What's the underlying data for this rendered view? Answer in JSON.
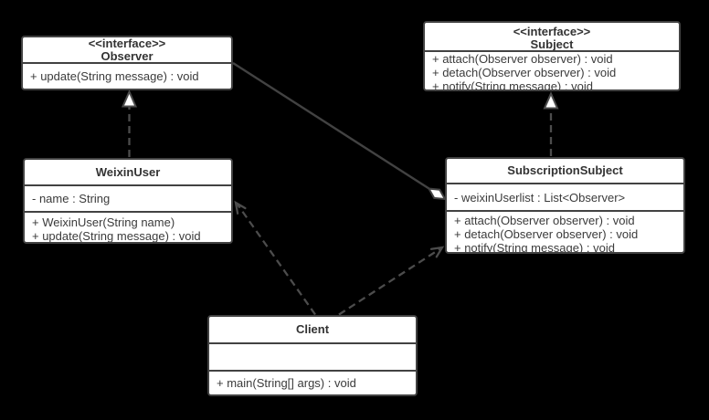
{
  "uml": {
    "colors": {
      "background": "#000000",
      "box_fill": "#ffffff",
      "border": "#424242",
      "line": "#4c4c4c",
      "text": "#3b3b3b"
    },
    "classes": [
      {
        "name": "Observer",
        "stereotype": "<<interface>>",
        "attributes": [],
        "methods": [
          "+ update(String message) : void"
        ]
      },
      {
        "name": "Subject",
        "stereotype": "<<interface>>",
        "attributes": [],
        "methods": [
          "+ attach(Observer observer) : void",
          "+ detach(Observer observer) : void",
          "+ notify(String message) : void"
        ]
      },
      {
        "name": "WeixinUser",
        "stereotype": "",
        "attributes": [
          "- name : String"
        ],
        "methods": [
          "+ WeixinUser(String name)",
          "+ update(String message) : void"
        ]
      },
      {
        "name": "SubscriptionSubject",
        "stereotype": "",
        "attributes": [
          "- weixinUserlist : List<Observer>"
        ],
        "methods": [
          "+ attach(Observer observer) : void",
          "+ detach(Observer observer) : void",
          "+ notify(String message) : void"
        ]
      },
      {
        "name": "Client",
        "stereotype": "",
        "attributes": [],
        "methods": [
          "+ main(String[] args) : void"
        ]
      }
    ],
    "relationships": [
      {
        "type": "realization",
        "from": "WeixinUser",
        "to": "Observer",
        "line": "dashed",
        "head": "hollow-triangle"
      },
      {
        "type": "realization",
        "from": "SubscriptionSubject",
        "to": "Subject",
        "line": "dashed",
        "head": "hollow-triangle"
      },
      {
        "type": "aggregation",
        "from": "SubscriptionSubject",
        "to": "Observer",
        "line": "solid",
        "head": "hollow-diamond"
      },
      {
        "type": "dependency",
        "from": "Client",
        "to": "WeixinUser",
        "line": "dashed",
        "head": "open-arrow"
      },
      {
        "type": "dependency",
        "from": "Client",
        "to": "SubscriptionSubject",
        "line": "dashed",
        "head": "open-arrow"
      }
    ]
  }
}
